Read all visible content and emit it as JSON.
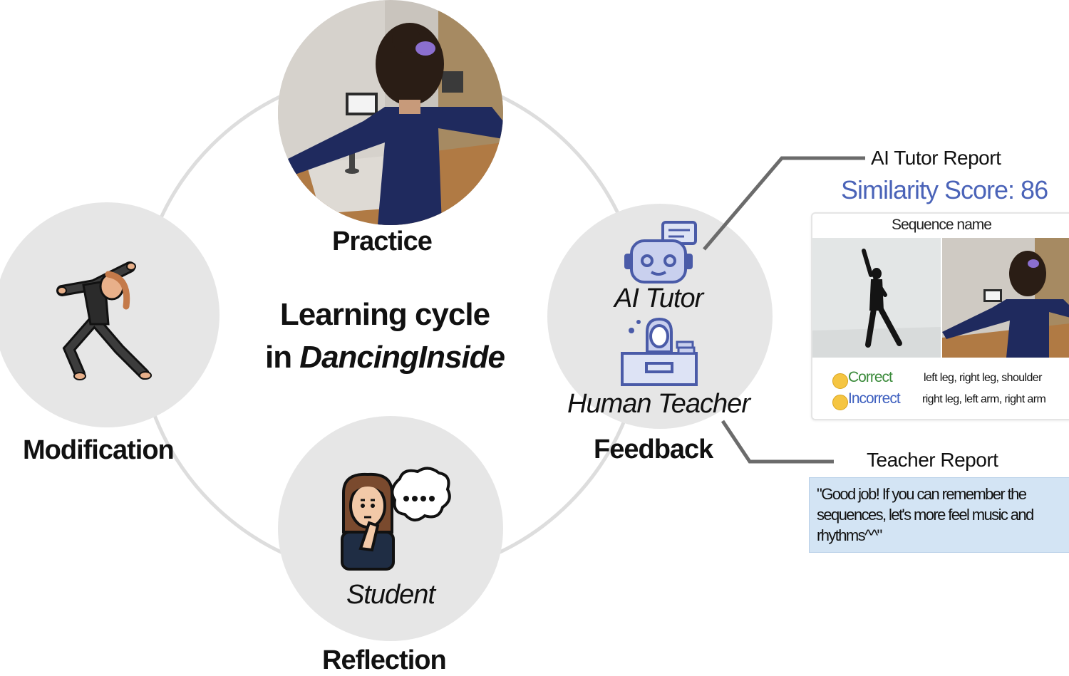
{
  "center": {
    "line1": "Learning cycle",
    "line2_prefix": "in ",
    "line2_italic": "DancingInside"
  },
  "stages": {
    "practice": "Practice",
    "feedback": "Feedback",
    "reflection": "Reflection",
    "modification": "Modification"
  },
  "feedback_node": {
    "ai_label": "AI Tutor",
    "human_label": "Human Teacher"
  },
  "reflection_node": {
    "student_label": "Student"
  },
  "ai_report": {
    "title": "AI Tutor Report",
    "score_text": "Similarity Score: 86",
    "sequence_label": "Sequence name",
    "rows": [
      {
        "label": "Correct",
        "value": "left leg, right leg, shoulder",
        "color": "#3a8a3a"
      },
      {
        "label": "Incorrect",
        "value": "right leg, left arm, right arm",
        "color": "#3d5fbf"
      }
    ]
  },
  "teacher_report": {
    "title": "Teacher Report",
    "quote": "\"Good job! If you can remember the sequences, let's more feel music and rhythms^^\""
  },
  "colors": {
    "node_fill": "#e6e6e6",
    "ring": "#dddddd",
    "connector": "#6b6b6b",
    "score": "#4a63b8",
    "quote_bg": "#d3e4f4"
  }
}
